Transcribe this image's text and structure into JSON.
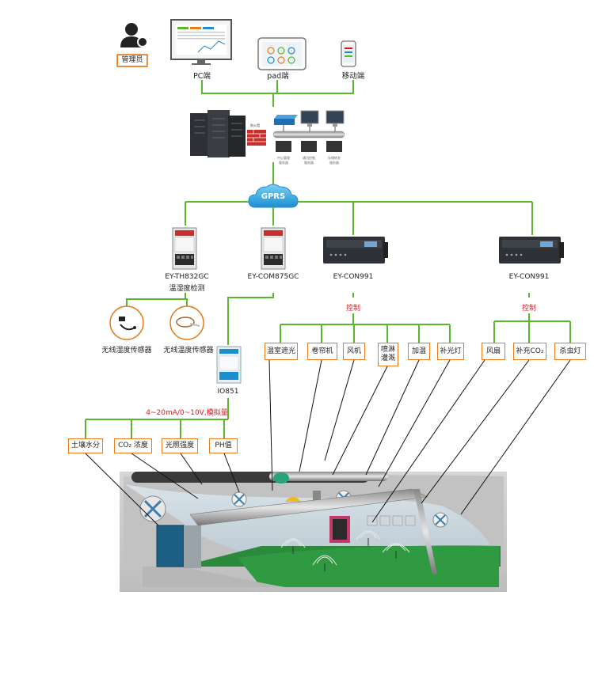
{
  "admin_label": "管理员",
  "clients": {
    "pc": "PC端",
    "pad": "pad端",
    "mobile": "移动端"
  },
  "network": {
    "gprs": "GPRS"
  },
  "devices": {
    "th832": "EY-TH832GC",
    "th832_sub": "温湿度检测",
    "com875": "EY-COM875GC",
    "con991_a": "EY-CON991",
    "con991_b": "EY-CON991",
    "io851": "IO851"
  },
  "sensors": {
    "humidity": "无线湿度传感器",
    "temperature": "无线温度传感器"
  },
  "control_label_a": "控制",
  "control_label_b": "控制",
  "analog_label": "4~20mA/0~10V,模拟量",
  "outputs_a": [
    "温室遮光",
    "卷帘机",
    "风机",
    "喷淋\n灌溉",
    "加温",
    "补光灯"
  ],
  "outputs_b": [
    "风扇",
    "补充CO₂",
    "杀虫灯"
  ],
  "inputs": [
    "土壤水分",
    "CO₂ 浓度",
    "光照强度",
    "PH值"
  ],
  "colors": {
    "line": "#5bb82e",
    "box": "#f07a1a",
    "accent": "#e0191e"
  }
}
